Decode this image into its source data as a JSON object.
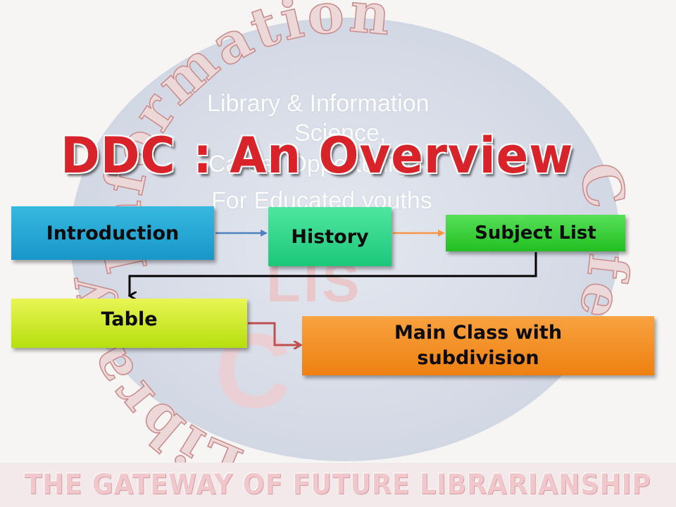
{
  "watermark": {
    "ring_top": "Information",
    "ring_left": "Library",
    "ring_right": "Cafe",
    "tagline_1": "Library & Information",
    "tagline_2": "Science,",
    "tagline_3": "Career Opportunity",
    "tagline_4": "For Educated youths",
    "mark": "LIS",
    "mark_c": "C"
  },
  "title": "DDC : An Overview",
  "steps": {
    "introduction": "Introduction",
    "history": "History",
    "subject_list": "Subject List",
    "table": "Table",
    "main_class_line1": "Main Class with",
    "main_class_line2": "subdivision"
  },
  "footer": "THE GATEWAY OF FUTURE LIBRARIANSHIP",
  "colors": {
    "title": "#d8232a",
    "arrow_intro_history": "#4f81bd",
    "arrow_history_subject": "#f79646",
    "arrow_subject_table": "#000000",
    "arrow_table_main": "#c0504d"
  }
}
